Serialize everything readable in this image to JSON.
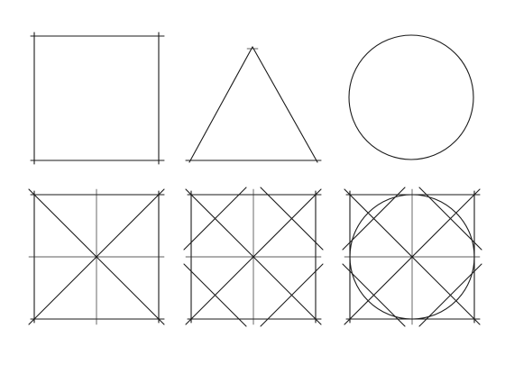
{
  "shapes": [
    {
      "id": "square",
      "kind": "square",
      "construction": "outline"
    },
    {
      "id": "triangle",
      "kind": "triangle",
      "construction": "outline"
    },
    {
      "id": "circle",
      "kind": "circle",
      "construction": "outline"
    },
    {
      "id": "square-grid",
      "kind": "square",
      "construction": "diagonals-and-midlines"
    },
    {
      "id": "square-grid-diamond",
      "kind": "square",
      "construction": "diagonals-midlines-and-inscribed-diamond"
    },
    {
      "id": "square-grid-circle",
      "kind": "square",
      "construction": "diagonals-midlines-diamond-and-inscribed-circle"
    }
  ],
  "colors": {
    "ink": "#1a1a1a",
    "background": "#ffffff"
  }
}
